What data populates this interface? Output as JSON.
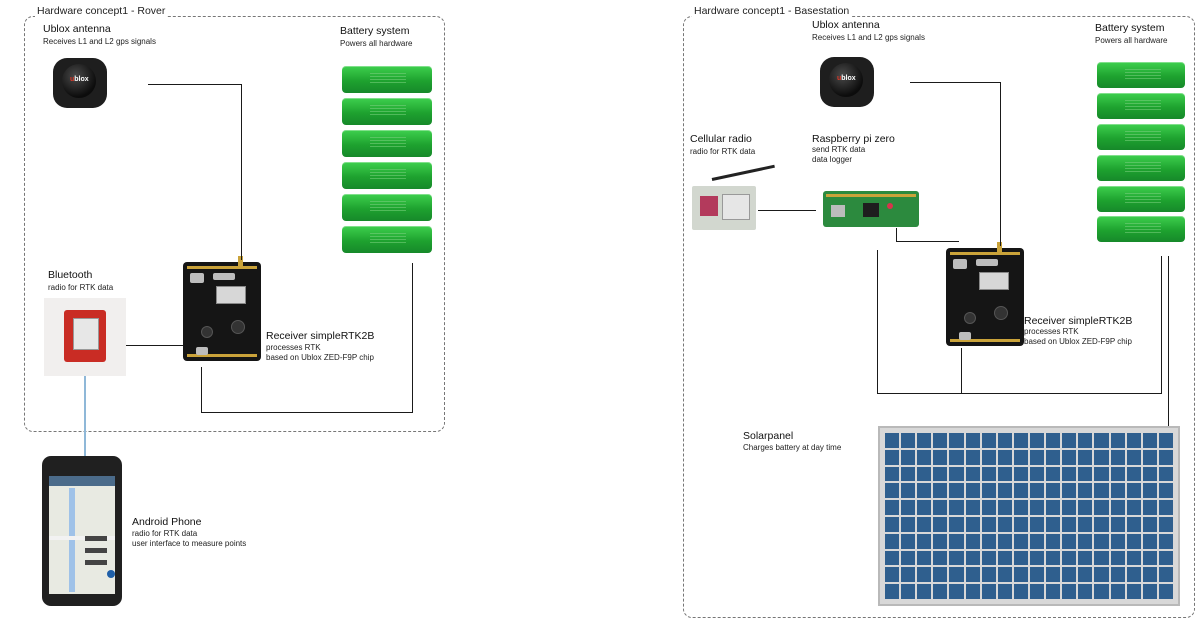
{
  "rover": {
    "frame_title": "Hardware concept1 - Rover",
    "antenna": {
      "title": "Ublox antenna",
      "desc": "Receives L1 and L2 gps signals",
      "logo_u": "u",
      "logo_rest": "blox"
    },
    "battery": {
      "title": "Battery system",
      "desc": "Powers all hardware",
      "cells": 6
    },
    "bluetooth": {
      "title": "Bluetooth",
      "desc": "radio for RTK data"
    },
    "receiver": {
      "title": "Receiver simpleRTK2B",
      "lines": [
        "processes RTK",
        "based on Ublox ZED-F9P chip"
      ]
    }
  },
  "phone": {
    "title": "Android Phone",
    "lines": [
      "radio for RTK data",
      "user interface to measure points"
    ]
  },
  "basestation": {
    "frame_title": "Hardware concept1 - Basestation",
    "antenna": {
      "title": "Ublox antenna",
      "desc": "Receives L1 and L2 gps signals",
      "logo_u": "u",
      "logo_rest": "blox"
    },
    "battery": {
      "title": "Battery system",
      "desc": "Powers all hardware",
      "cells": 6
    },
    "cellular": {
      "title": "Cellular radio",
      "desc": "radio for RTK data"
    },
    "raspberry": {
      "title": "Raspberry pi zero",
      "lines": [
        "send RTK data",
        "data logger"
      ]
    },
    "receiver": {
      "title": "Receiver simpleRTK2B",
      "lines": [
        "processes RTK",
        "based on Ublox ZED-F9P chip"
      ]
    },
    "solar": {
      "title": "Solarpanel",
      "desc": "Charges battery at day time"
    }
  },
  "colors": {
    "battery": "#2bbf3c",
    "solar_cell": "#2f5f8e",
    "bluetooth": "#c92c24",
    "link": "#8fb8d8"
  }
}
